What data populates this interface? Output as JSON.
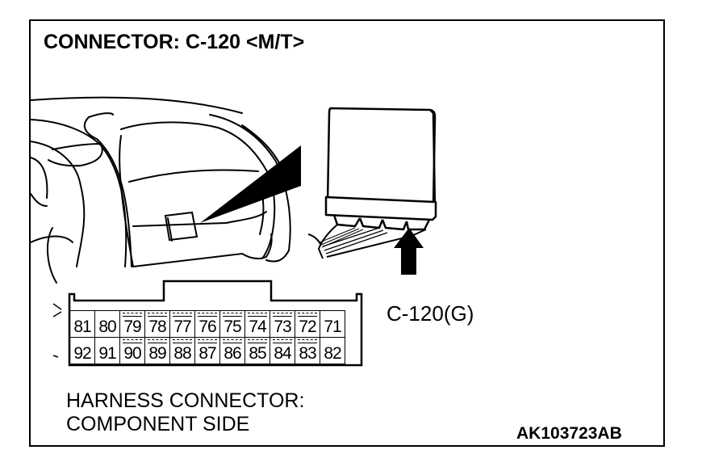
{
  "diagram": {
    "title": "CONNECTOR: C-120 <M/T>",
    "connector_label": "C-120(G)",
    "harness_line1": "HARNESS CONNECTOR:",
    "harness_line2": "COMPONENT SIDE",
    "figure_code": "AK103723AB",
    "connector_pins": {
      "top_row": [
        "81",
        "80",
        "79",
        "78",
        "77",
        "76",
        "75",
        "74",
        "73",
        "72",
        "71"
      ],
      "bottom_row": [
        "92",
        "91",
        "90",
        "89",
        "88",
        "87",
        "86",
        "85",
        "84",
        "83",
        "82"
      ]
    },
    "icons": {
      "dashboard": "dashboard-illustration",
      "ecu": "ecu-module-illustration",
      "pointer": "pointer-wedge",
      "arrow": "up-arrow"
    }
  }
}
